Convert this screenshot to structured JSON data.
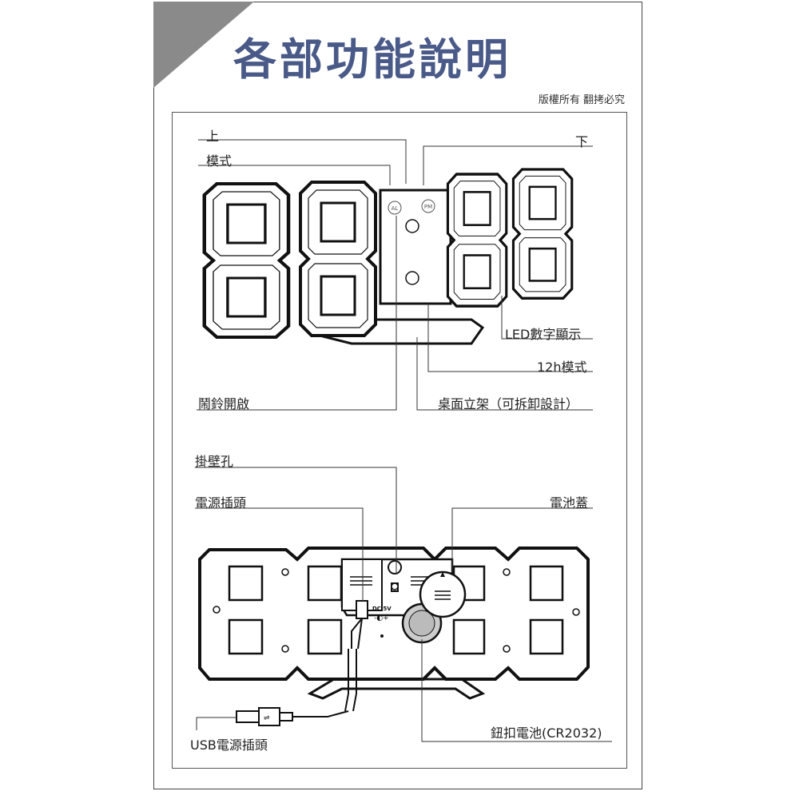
{
  "title": "各部功能說明",
  "copyright": "版權所有 翻拷必究",
  "front_view": {
    "labels": {
      "up": "上",
      "down": "下",
      "mode": "模式",
      "led_display": "LED數字顯示",
      "mode_12h": "12h模式",
      "alarm_on": "鬧鈴開啟",
      "desk_stand": "桌面立架（可拆卸設計）"
    },
    "indicators": {
      "al": "AL",
      "pm": "PM"
    }
  },
  "back_view": {
    "labels": {
      "wall_hole": "掛壁孔",
      "power_plug": "電源插頭",
      "battery_cover": "電池蓋",
      "usb_plug": "USB電源插頭",
      "coin_battery": "鈕扣電池(CR2032)"
    },
    "port_text": "DC 5V"
  }
}
